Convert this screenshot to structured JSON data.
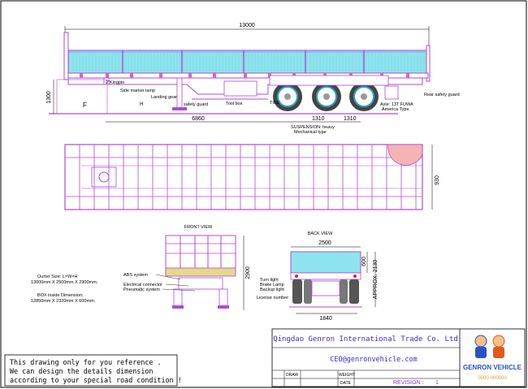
{
  "dimensions": {
    "overall_length": "13000",
    "height": "1300",
    "landing_gear_offset": "6860",
    "axle_spacing_1": "1310",
    "axle_spacing_2": "1310",
    "top_width": "930",
    "front_height": "2900",
    "back_width": "2500",
    "side_height": "600",
    "approx_height": "APPROX. 2130",
    "track_width": "1840"
  },
  "side_labels": {
    "kingpin": "2\"Kingpin",
    "side_marker": "Side marker lamp",
    "landing_gear": "Landing gear",
    "safety_guard": "safety guard",
    "tool_box": "Tool box",
    "tire": "TIRE",
    "suspension": "SUSPENSION: heavy",
    "mechanical": "Mechanical type",
    "axle": "Axle: 13T FUWA",
    "america": "America Type",
    "rear_guard": "Rear safety guard",
    "f_mark": "F",
    "h_mark": "H"
  },
  "views": {
    "front_title": "FRONT VIEW",
    "back_title": "BACK VIEW"
  },
  "front_notes": {
    "abs": "ABS system",
    "electrical": "Electrical connector",
    "pneumatic": "Pneumatic system"
  },
  "back_notes": {
    "turn": "Turn light",
    "brake": "Brake Lamp",
    "backup": "Backup light",
    "license": "License number"
  },
  "size_info": {
    "outer_label": "Ourter Size: L×W×H",
    "outer_value": "13000mm X 2500mm X 2900mm;",
    "box_label": "BOX inside Dimension:",
    "box_value": "12850mm X 2320mm X 600mm;"
  },
  "disclaimer": {
    "line1": "This drawing only for you reference .",
    "line2": "We can design the details dimension",
    "line3": "according to your special road condition !"
  },
  "title_block": {
    "company": "Qingdao Genron International Trade Co. Ltd",
    "email": "CEO@genronvehicle.com",
    "draw": "DRAW",
    "weight": "WEIGHT",
    "date": "DATE",
    "revision": "REVISION :",
    "revision_value": "1",
    "logo_text": "GENRON VEHICLE",
    "logo_sub": "0000-000000"
  },
  "colors": {
    "frame": "#b04ad6",
    "deck": "#8ee4ee",
    "line": "#000000",
    "wheel": "#444444",
    "company": "#3a2ad0"
  }
}
